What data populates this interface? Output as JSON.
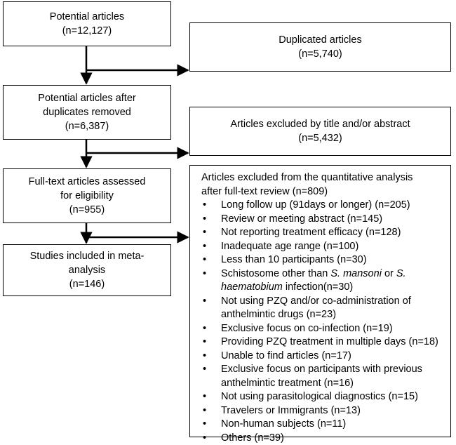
{
  "flow": {
    "potential": {
      "lines": [
        "Potential articles",
        "(n=12,127)"
      ]
    },
    "duplicated": {
      "lines": [
        "Duplicated articles",
        "(n=5,740)"
      ]
    },
    "after_dupes": {
      "lines": [
        "Potential articles after",
        "duplicates removed",
        "(n=6,387)"
      ]
    },
    "excluded_title": {
      "lines": [
        "Articles excluded by title and/or abstract",
        "(n=5,432)"
      ]
    },
    "fulltext": {
      "lines": [
        "Full-text articles assessed",
        "for eligibility",
        "(n=955)"
      ]
    },
    "included": {
      "lines": [
        "Studies included in meta-",
        "analysis",
        "(n=146)"
      ]
    },
    "excluded_fulltext": {
      "heading": [
        "Articles excluded from the quantitative analysis",
        "after full-text review (n=809)"
      ],
      "items": [
        {
          "text": "Long follow up (91days or longer) (n=205)"
        },
        {
          "text": "Review or meeting abstract (n=145)"
        },
        {
          "text": "Not reporting treatment efficacy (n=128)"
        },
        {
          "text": "Inadequate age range (n=100)"
        },
        {
          "text": "Less than 10 participants (n=30)"
        },
        {
          "parts": [
            {
              "t": "Schistosome other than ",
              "i": false
            },
            {
              "t": "S. mansoni",
              "i": true
            },
            {
              "t": " or ",
              "i": false
            },
            {
              "t": "S.",
              "i": true
            },
            {
              "br": true
            },
            {
              "t": "haematobium",
              "i": true
            },
            {
              "t": " infection(n=30)",
              "i": false
            }
          ]
        },
        {
          "lines": [
            "Not using PZQ and/or co-administration of",
            "anthelmintic drugs (n=23)"
          ]
        },
        {
          "text": "Exclusive focus on co-infection (n=19)"
        },
        {
          "text": "Providing PZQ treatment in multiple days (n=18)"
        },
        {
          "text": "Unable to find articles (n=17)"
        },
        {
          "lines": [
            "Exclusive focus on participants with previous",
            "anthelmintic treatment (n=16)"
          ]
        },
        {
          "text": "Not using parasitological diagnostics (n=15)"
        },
        {
          "text": "Travelers or Immigrants (n=13)"
        },
        {
          "text": "Non-human subjects (n=11)"
        },
        {
          "text": "Others (n=39)"
        }
      ]
    }
  }
}
